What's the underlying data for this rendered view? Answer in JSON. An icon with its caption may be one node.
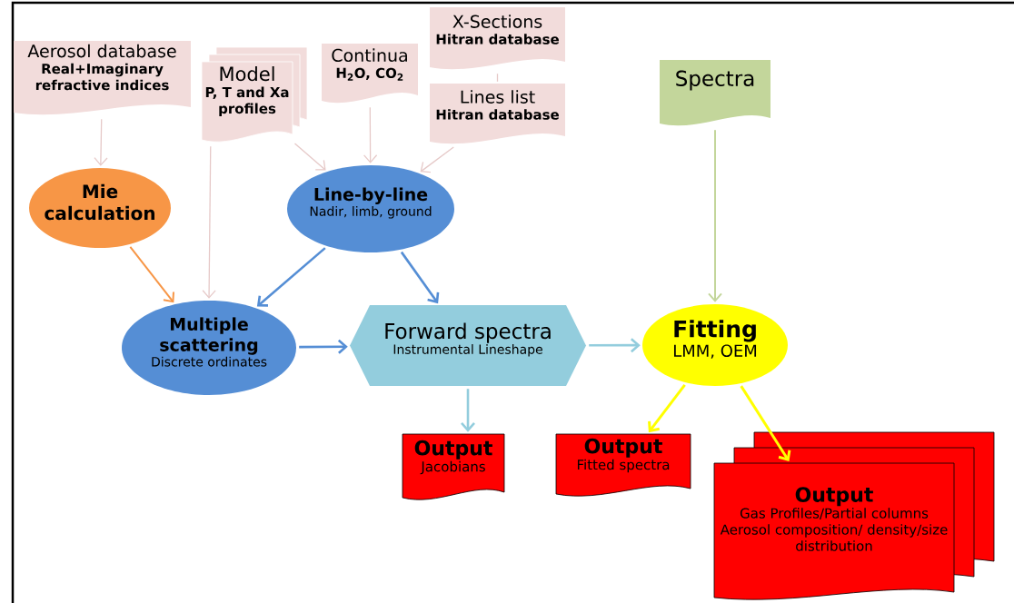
{
  "diagram": {
    "nodes": [
      {
        "text": [
          "Aerosol database",
          "Real+Imaginary refractive indices"
        ]
      },
      {
        "text": [
          "Model",
          "P, T and Xa profiles"
        ]
      },
      {
        "text": [
          "Continua",
          "H$_{2}$O, CO$_{2}$"
        ]
      },
      {
        "text": [
          "X-Sections",
          "Hitran database"
        ]
      },
      {
        "text": [
          "Lines list",
          "Hitran database"
        ]
      },
      {
        "text": [
          "Spectra"
        ]
      },
      {
        "text": [
          "Mie calculation"
        ]
      },
      {
        "text": [
          "Line-by-line",
          "Nadir, limb, ground"
        ]
      },
      {
        "text": [
          "Multiple scattering",
          "Discrete ordinates"
        ]
      },
      {
        "text": [
          "Forward spectra",
          "Instrumental Lineshape"
        ]
      },
      {
        "text": [
          "Fitting",
          "LMM, OEM"
        ]
      },
      {
        "text": [
          "Output",
          "Jacobians"
        ]
      },
      {
        "text": [
          "Output",
          "Fitted spectra"
        ]
      },
      {
        "text": [
          "Output",
          "Gas Profiles/Partial columns Aerosol composition/ density/size distribution"
        ]
      }
    ],
    "edges": [
      {
        "from": 0,
        "to": 6,
        "arrow": "to",
        "color": "#e6c9c8"
      },
      {
        "from": 1,
        "to": 7,
        "arrow": "to",
        "color": "#e6c9c8"
      },
      {
        "from": 1,
        "to": 8,
        "arrow": "to",
        "color": "#e6c9c8"
      },
      {
        "from": 2,
        "to": 7,
        "arrow": "to",
        "color": "#e6c9c8"
      },
      {
        "from": 3,
        "to": 4,
        "arrow": "none",
        "color": "#e6c9c8"
      },
      {
        "from": 4,
        "to": 7,
        "arrow": "to",
        "color": "#e6c9c8"
      },
      {
        "from": 5,
        "to": 10,
        "arrow": "to",
        "color": "#c3d69b"
      },
      {
        "from": 6,
        "to": 8,
        "arrow": "to",
        "color": "#f79646"
      },
      {
        "from": 7,
        "to": 8,
        "arrow": "to",
        "color": "#558ed5"
      },
      {
        "from": 7,
        "to": 9,
        "arrow": "to",
        "color": "#558ed5"
      },
      {
        "from": 8,
        "to": 9,
        "arrow": "to",
        "color": "#558ed5"
      },
      {
        "from": 9,
        "to": 10,
        "arrow": "to",
        "color": "#93cddd"
      },
      {
        "from": 9,
        "to": 11,
        "arrow": "to",
        "color": "#93cddd"
      },
      {
        "from": 10,
        "to": 12,
        "arrow": "to",
        "color": "#ffff00"
      },
      {
        "from": 10,
        "to": 13,
        "arrow": "to",
        "color": "#ffff00"
      }
    ]
  }
}
